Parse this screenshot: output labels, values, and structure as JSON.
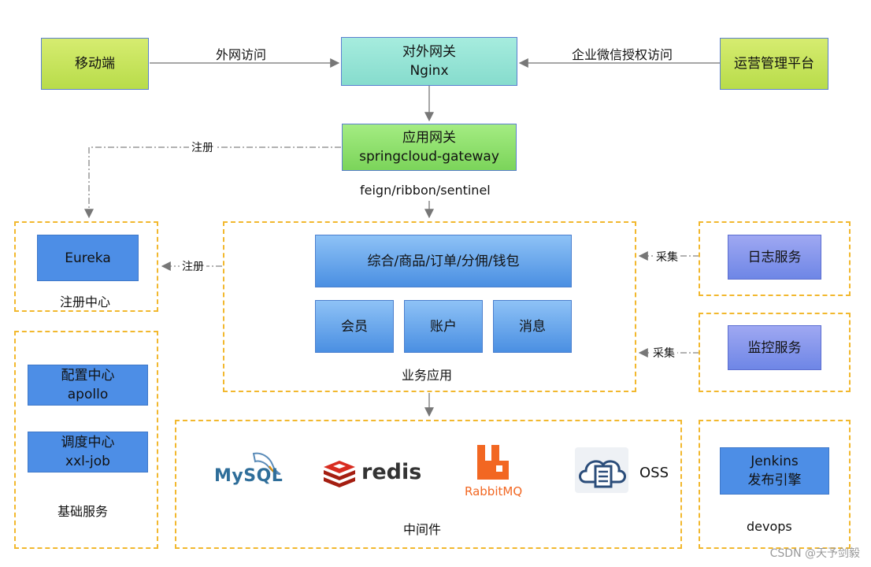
{
  "nodes": {
    "mobile": "移动端",
    "ops_platform": "运营管理平台",
    "external_gateway": [
      "对外网关",
      "Nginx"
    ],
    "app_gateway": [
      "应用网关",
      "springcloud-gateway"
    ],
    "eureka": "Eureka",
    "business_main": "综合/商品/订单/分佣/钱包",
    "member": "会员",
    "account": "账户",
    "message": "消息",
    "log_service": "日志服务",
    "monitor_service": "监控服务",
    "config_center": [
      "配置中心",
      "apollo"
    ],
    "schedule_center": [
      "调度中心",
      "xxl-job"
    ],
    "jenkins": [
      "Jenkins",
      "发布引擎"
    ]
  },
  "edge_labels": {
    "extranet": "外网访问",
    "wechat_auth": "企业微信授权访问",
    "register_top": "注册",
    "feign": "feign/ribbon/sentinel",
    "register_mid": "注册",
    "collect_log": "采集",
    "collect_monitor": "采集"
  },
  "groups": {
    "registry": "注册中心",
    "business": "业务应用",
    "base_services": "基础服务",
    "middleware": "中间件",
    "devops": "devops"
  },
  "logos": {
    "mysql": "MySQL",
    "redis": "redis",
    "rabbitmq": "RabbitMQ",
    "oss": "OSS"
  },
  "colors": {
    "dash": "#f2b82e",
    "line": "#888888",
    "blue": "#4d8ee6"
  },
  "watermark": "CSDN @天予剑毅"
}
